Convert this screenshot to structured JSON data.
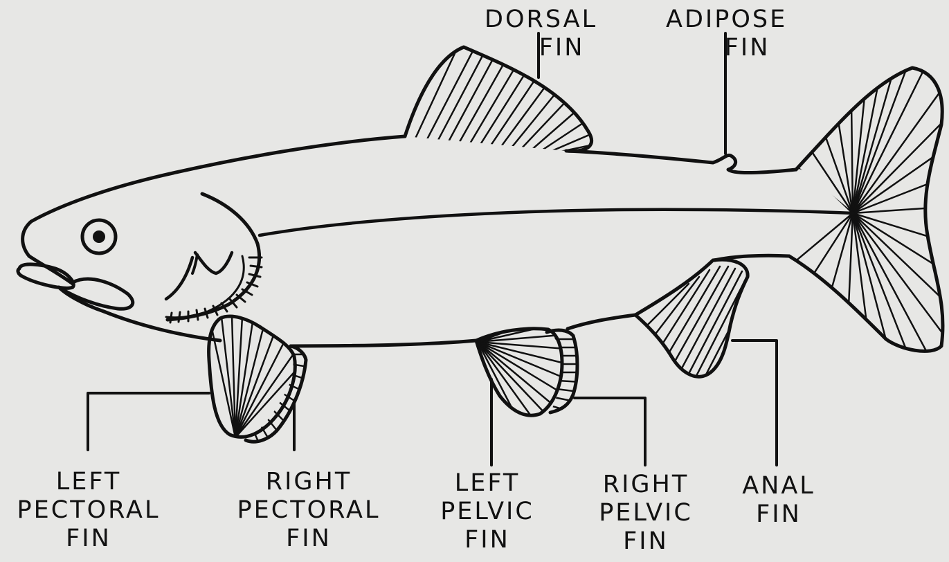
{
  "labels": {
    "dorsal": {
      "lines": [
        "DORSAL",
        "FIN"
      ]
    },
    "adipose": {
      "lines": [
        "ADIPOSE",
        "FIN"
      ]
    },
    "left_pectoral": {
      "lines": [
        "LEFT",
        "PECTORAL",
        "FIN"
      ]
    },
    "right_pectoral": {
      "lines": [
        "RIGHT",
        "PECTORAL",
        "FIN"
      ]
    },
    "left_pelvic": {
      "lines": [
        "LEFT",
        "PELVIC",
        "FIN"
      ]
    },
    "right_pelvic": {
      "lines": [
        "RIGHT",
        "PELVIC",
        "FIN"
      ]
    },
    "anal": {
      "lines": [
        "ANAL",
        "FIN"
      ]
    }
  },
  "colors": {
    "background": "#e7e7e5",
    "ink": "#111111"
  }
}
